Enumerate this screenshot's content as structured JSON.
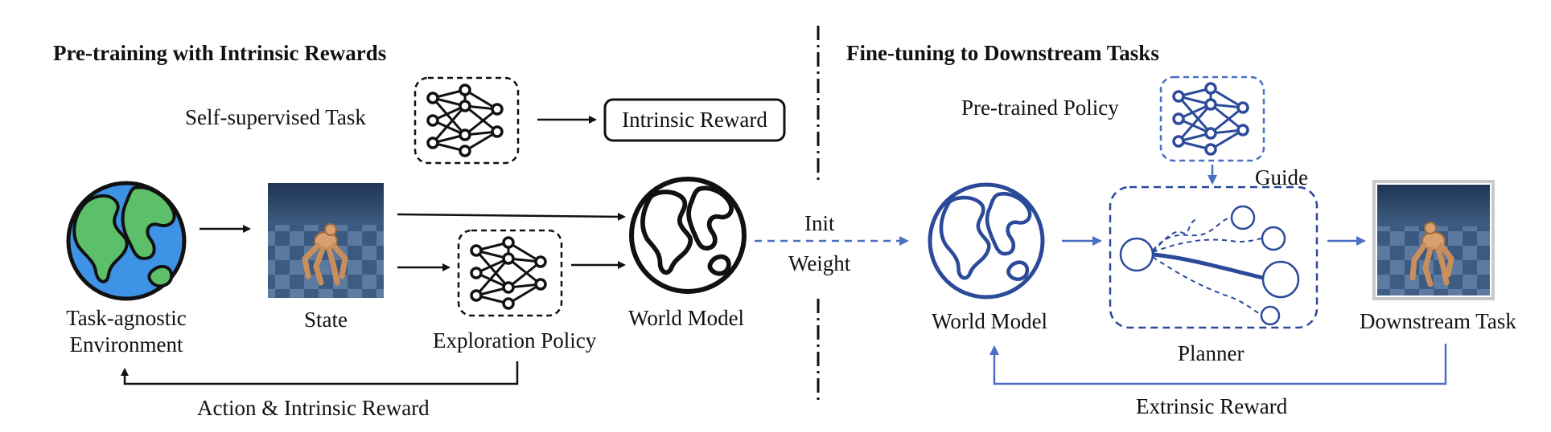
{
  "left": {
    "title": "Pre-training with Intrinsic Rewards",
    "self_supervised_task": "Self-supervised Task",
    "intrinsic_reward": "Intrinsic Reward",
    "env_line1": "Task-agnostic",
    "env_line2": "Environment",
    "state": "State",
    "exploration_policy": "Exploration Policy",
    "world_model": "World Model",
    "feedback": "Action & Intrinsic Reward"
  },
  "middle": {
    "init": "Init",
    "weight": "Weight"
  },
  "right": {
    "title": "Fine-tuning to Downstream Tasks",
    "pretrained_policy": "Pre-trained Policy",
    "guide": "Guide",
    "world_model": "World Model",
    "planner": "Planner",
    "downstream_task": "Downstream Task",
    "feedback": "Extrinsic Reward"
  },
  "colors": {
    "black": "#111111",
    "blue": "#2b4a9a",
    "arrow_blue": "#4a6fc4",
    "earth_ocean": "#3f93e6",
    "earth_land": "#5cc06a",
    "floor_dark": "#2e4a6e",
    "floor_light": "#5d7aa0",
    "robot": "#d9a070"
  },
  "icons": [
    "globe-icon",
    "neural-net-icon",
    "robot-state-image",
    "planner-graph-icon"
  ]
}
